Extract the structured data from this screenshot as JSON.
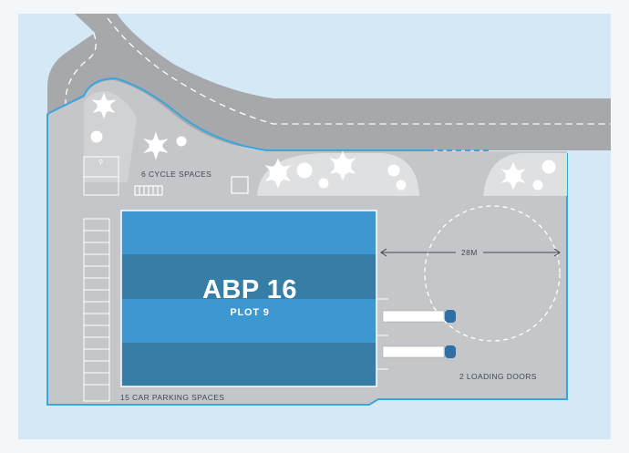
{
  "building": {
    "title": "ABP 16",
    "subtitle": "PLOT 9"
  },
  "labels": {
    "cycle_spaces": "6 CYCLE SPACES",
    "car_parking": "15 CAR PARKING SPACES",
    "loading_doors": "2 LOADING DOORS",
    "turning_circle": "28M"
  },
  "colors": {
    "background": "#d4e8f5",
    "road": "#a6a8ab",
    "site": "#c4c6c9",
    "boundary": "#3aa6dc",
    "building_light": "#3d98d2",
    "building_dark": "#367ea6"
  }
}
